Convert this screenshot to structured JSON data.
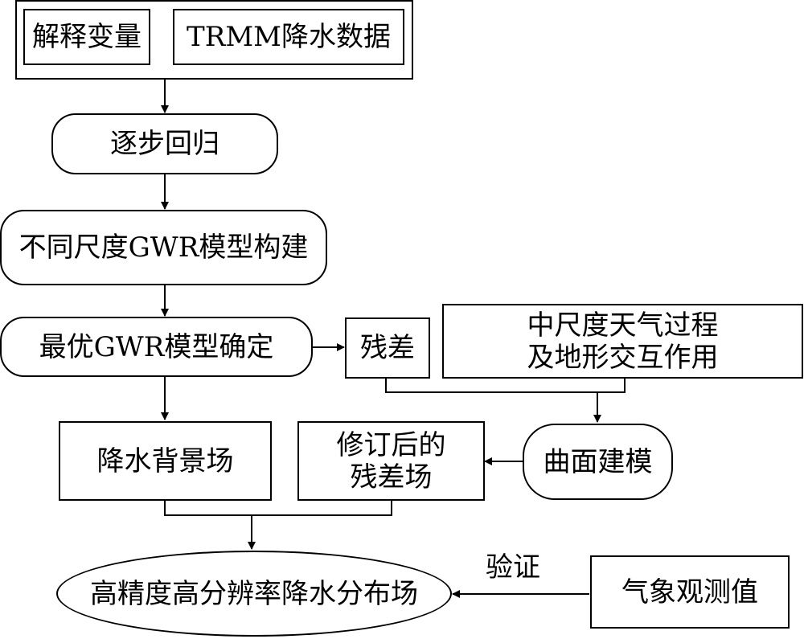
{
  "nodes": {
    "explanatory_vars": "解释变量",
    "trmm_data": "TRMM降水数据",
    "stepwise_regression": "逐步回归",
    "multiscale_gwr": "不同尺度GWR模型构建",
    "optimal_gwr": "最优GWR模型确定",
    "residual": "残差",
    "mesoscale_line1": "中尺度天气过程",
    "mesoscale_line2": "及地形交互作用",
    "background_field": "降水背景场",
    "revised_residual_line1": "修订后的",
    "revised_residual_line2": "残差场",
    "surface_modeling": "曲面建模",
    "final_field": "高精度高分辨率降水分布场",
    "observations": "气象观测值"
  },
  "edges": {
    "validation_label": "验证"
  }
}
